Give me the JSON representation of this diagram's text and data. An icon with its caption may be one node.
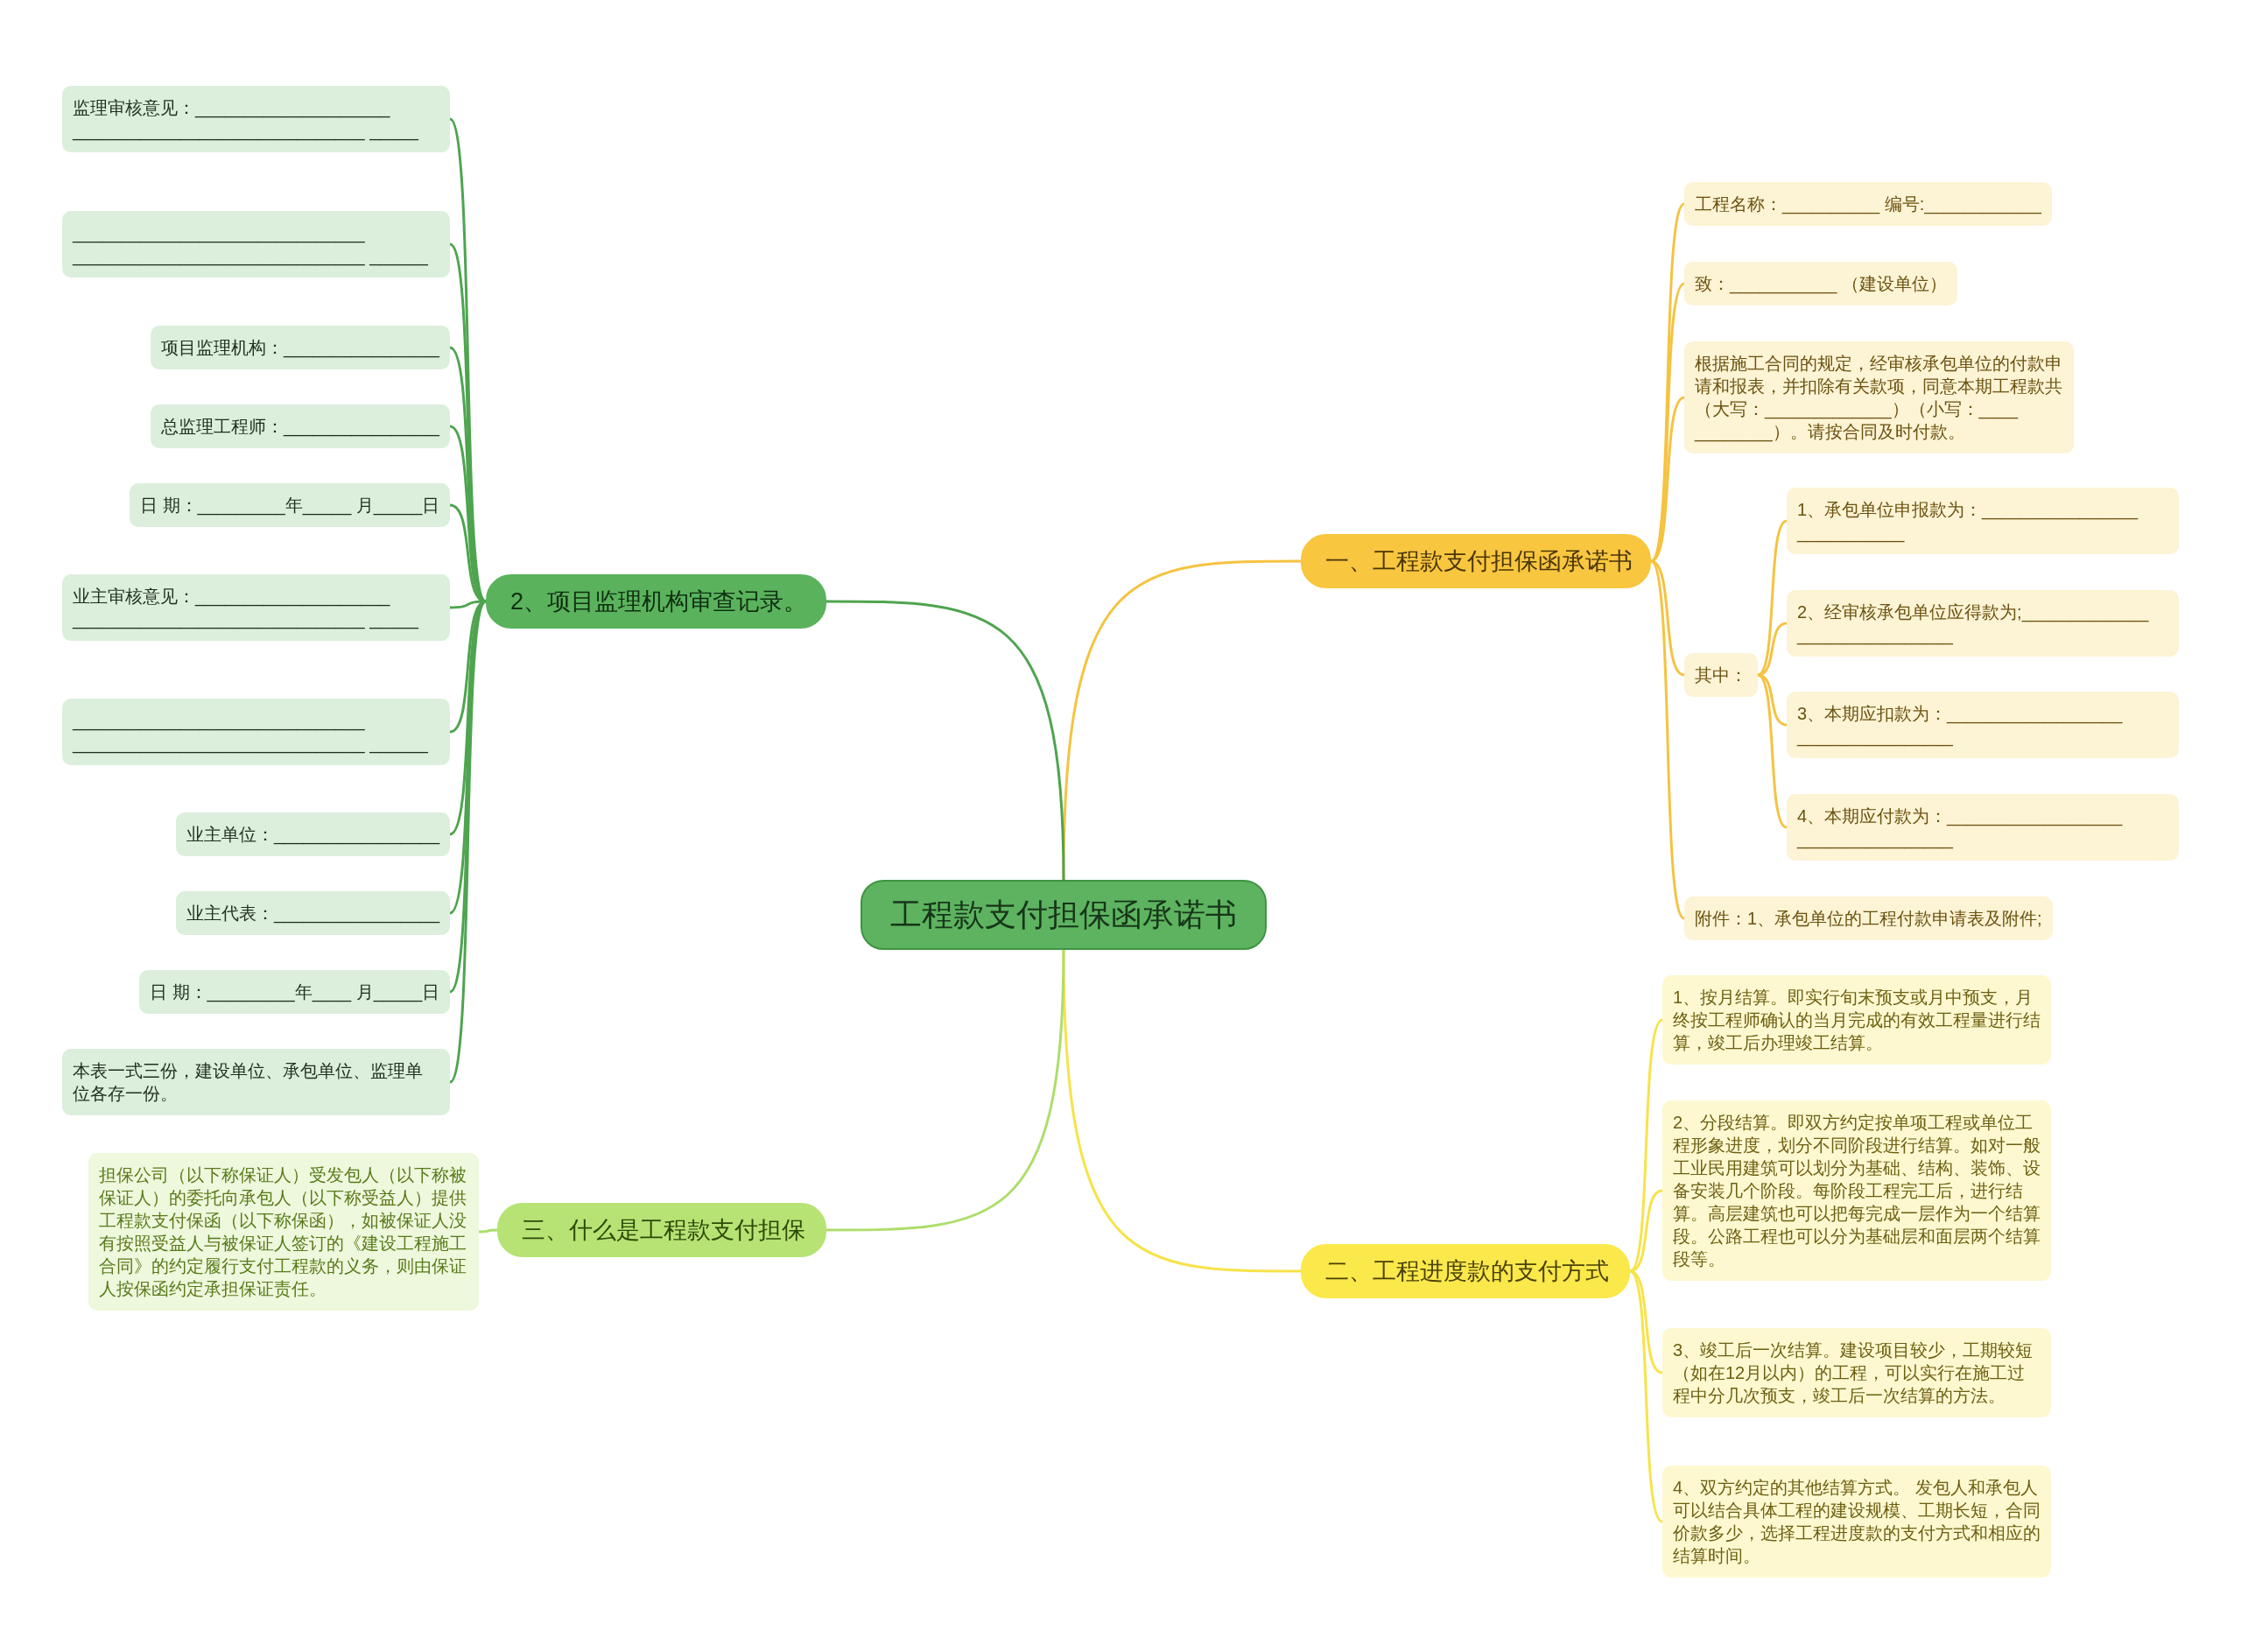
{
  "diagram": {
    "nodes": [
      {
        "text": [
          "工程款支付担保函承诺书"
        ]
      },
      {
        "text": [
          "一、工程款支付担保函承诺书"
        ]
      },
      {
        "text": [
          "工程名称：__________ 编号:____________"
        ]
      },
      {
        "text": [
          "致：___________ （建设单位）"
        ]
      },
      {
        "text": [
          "根据施工合同的规定，经审核承包单位的付款申请和报表，并扣除有关款项，同意本期工程款共（大写：_____________）（小写：____ ________）。请按合同及时付款。"
        ]
      },
      {
        "text": [
          "其中："
        ]
      },
      {
        "text": [
          "1、承包单位申报款为：________________ ___________"
        ]
      },
      {
        "text": [
          "2、经审核承包单位应得款为;_____________ ________________"
        ]
      },
      {
        "text": [
          "3、本期应扣款为：__________________ ________________"
        ]
      },
      {
        "text": [
          "4、本期应付款为：__________________ ________________"
        ]
      },
      {
        "text": [
          "附件：1、承包单位的工程付款申请表及附件;"
        ]
      },
      {
        "text": [
          "二、工程进度款的支付方式"
        ]
      },
      {
        "text": [
          "1、按月结算。即实行旬末预支或月中预支，月终按工程师确认的当月完成的有效工程量进行结算，竣工后办理竣工结算。"
        ]
      },
      {
        "text": [
          "2、分段结算。即双方约定按单项工程或单位工程形象进度，划分不同阶段进行结算。如对一般工业民用建筑可以划分为基础、结构、装饰、设备安装几个阶段。每阶段工程完工后，进行结算。高层建筑也可以把每完成一层作为一个结算段。公路工程也可以分为基础层和面层两个结算段等。"
        ]
      },
      {
        "text": [
          "3、竣工后一次结算。建设项目较少，工期较短（如在12月以内）的工程，可以实行在施工过程中分几次预支，竣工后一次结算的方法。"
        ]
      },
      {
        "text": [
          "4、双方约定的其他结算方式。 发包人和承包人可以结合具体工程的建设规模、工期长短，合同价款多少，选择工程进度款的支付方式和相应的结算时间。"
        ]
      },
      {
        "text": [
          "2、项目监理机构审查记录。"
        ]
      },
      {
        "text": [
          "监理审核意见：____________________ ______________________________ _____"
        ]
      },
      {
        "text": [
          "______________________________ ______________________________ ______"
        ]
      },
      {
        "text": [
          "项目监理机构：________________"
        ]
      },
      {
        "text": [
          "总监理工程师：________________"
        ]
      },
      {
        "text": [
          "日 期：_________年_____ 月_____日"
        ]
      },
      {
        "text": [
          "业主审核意见：____________________ ______________________________ _____"
        ]
      },
      {
        "text": [
          "______________________________ ______________________________ ______"
        ]
      },
      {
        "text": [
          "业主单位：_________________"
        ]
      },
      {
        "text": [
          "业主代表：_________________"
        ]
      },
      {
        "text": [
          "日 期：_________年____ 月_____日"
        ]
      },
      {
        "text": [
          "本表一式三份，建设单位、承包单位、监理单位各存一份。"
        ]
      },
      {
        "text": [
          "三、什么是工程款支付担保"
        ]
      },
      {
        "text": [
          "担保公司（以下称保证人）受发包人（以下称被保证人）的委托向承包人（以下称受益人）提供工程款支付保函（以下称保函），如被保证人没有按照受益人与被保证人签订的《建设工程施工合同》的约定履行支付工程款的义务，则由保证人按保函约定承担保证责任。"
        ]
      }
    ],
    "edges": [
      {
        "from": 0,
        "to": 1,
        "arrow": "none",
        "color": "#f5c342"
      },
      {
        "from": 1,
        "to": 2,
        "arrow": "none",
        "color": "#f5c342"
      },
      {
        "from": 1,
        "to": 3,
        "arrow": "none",
        "color": "#f5c342"
      },
      {
        "from": 1,
        "to": 4,
        "arrow": "none",
        "color": "#f5c342"
      },
      {
        "from": 1,
        "to": 5,
        "arrow": "none",
        "color": "#f5c342"
      },
      {
        "from": 5,
        "to": 6,
        "arrow": "none",
        "color": "#f5c342"
      },
      {
        "from": 5,
        "to": 7,
        "arrow": "none",
        "color": "#f5c342"
      },
      {
        "from": 5,
        "to": 8,
        "arrow": "none",
        "color": "#f5c342"
      },
      {
        "from": 5,
        "to": 9,
        "arrow": "none",
        "color": "#f5c342"
      },
      {
        "from": 1,
        "to": 10,
        "arrow": "none",
        "color": "#f5c342"
      },
      {
        "from": 0,
        "to": 11,
        "arrow": "none",
        "color": "#f7e34a"
      },
      {
        "from": 11,
        "to": 12,
        "arrow": "none",
        "color": "#f7e34a"
      },
      {
        "from": 11,
        "to": 13,
        "arrow": "none",
        "color": "#f7e34a"
      },
      {
        "from": 11,
        "to": 14,
        "arrow": "none",
        "color": "#f7e34a"
      },
      {
        "from": 11,
        "to": 15,
        "arrow": "none",
        "color": "#f7e34a"
      },
      {
        "from": 0,
        "to": 16,
        "arrow": "none"
      },
      {
        "from": 16,
        "to": 17,
        "arrow": "none"
      },
      {
        "from": 16,
        "to": 18,
        "arrow": "none"
      },
      {
        "from": 16,
        "to": 19,
        "arrow": "none"
      },
      {
        "from": 16,
        "to": 20,
        "arrow": "none"
      },
      {
        "from": 16,
        "to": 21,
        "arrow": "none"
      },
      {
        "from": 16,
        "to": 22,
        "arrow": "none"
      },
      {
        "from": 16,
        "to": 23,
        "arrow": "none"
      },
      {
        "from": 16,
        "to": 24,
        "arrow": "none"
      },
      {
        "from": 16,
        "to": 25,
        "arrow": "none"
      },
      {
        "from": 16,
        "to": 26,
        "arrow": "none"
      },
      {
        "from": 16,
        "to": 27,
        "arrow": "none"
      },
      {
        "from": 0,
        "to": 28,
        "arrow": "none",
        "color": "#aedd6c"
      },
      {
        "from": 28,
        "to": 29,
        "arrow": "none",
        "color": "#aedd6c"
      }
    ]
  }
}
